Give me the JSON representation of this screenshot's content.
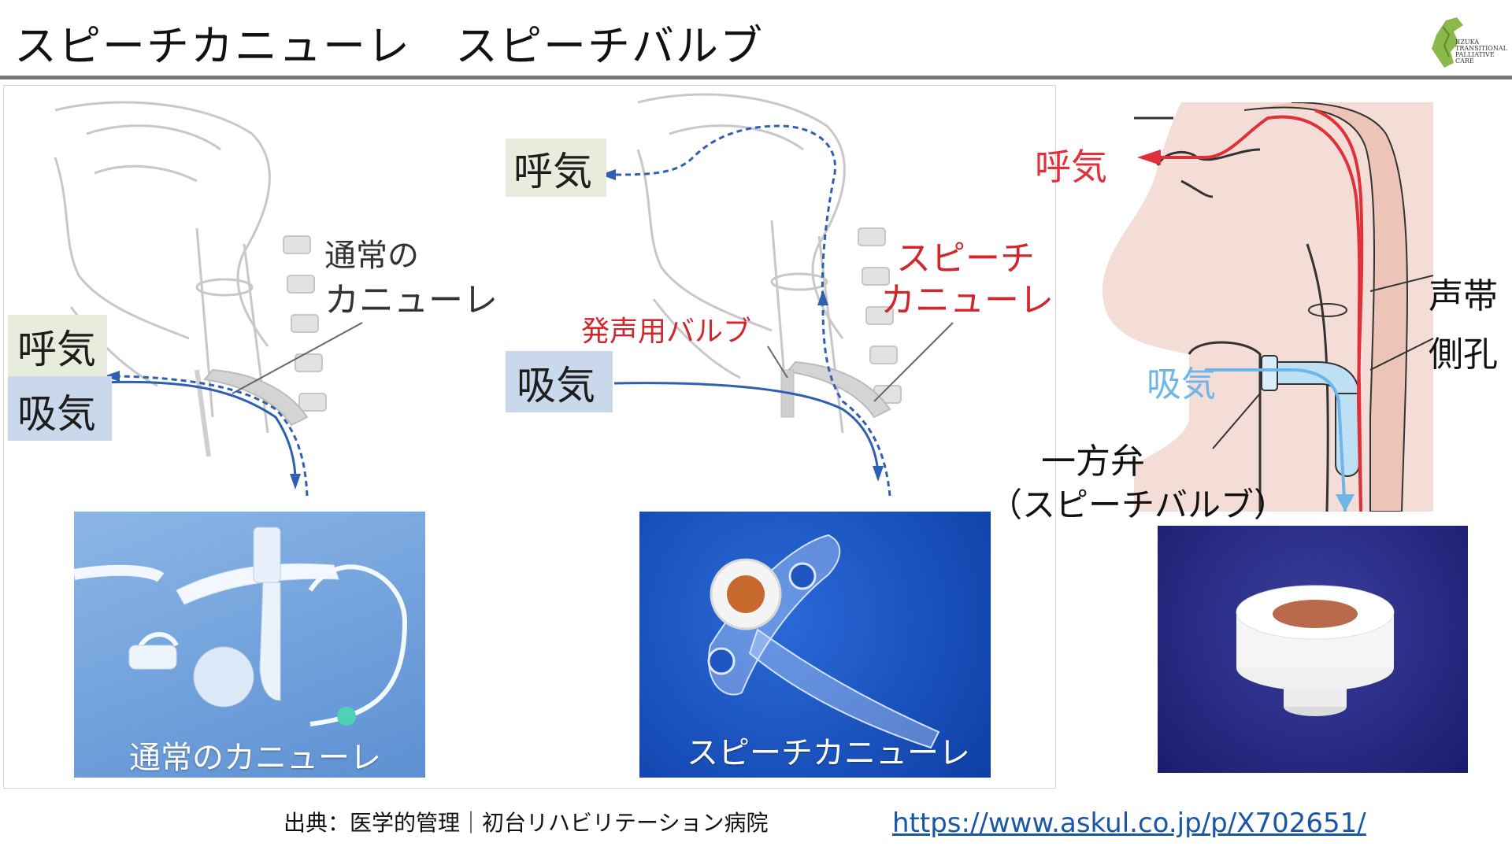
{
  "title": "スピーチカニューレ　スピーチバルブ",
  "logo": {
    "icon": "leaf-map-icon",
    "lines": [
      "IIZUKA",
      "TRANSITIONAL",
      "PALLIATIVE",
      "CARE"
    ]
  },
  "panel1": {
    "exhale": "呼気",
    "inhale": "吸気",
    "cannula_label_line1": "通常の",
    "cannula_label_line2": "カニューレ",
    "photo_caption": "通常のカニューレ"
  },
  "panel2": {
    "exhale": "呼気",
    "inhale": "吸気",
    "valve_label": "発声用バルブ",
    "cannula_label_line1": "スピーチ",
    "cannula_label_line2": "カニューレ",
    "photo_caption": "スピーチカニューレ"
  },
  "panel3": {
    "exhale": "呼気",
    "inhale": "吸気",
    "vocal_cords": "声帯",
    "side_hole": "側孔",
    "valve_line1": "一方弁",
    "valve_line2": "（スピーチバルブ）"
  },
  "source": "出典：医学的管理｜初台リハビリテーション病院",
  "link": "https://www.askul.co.jp/p/X702651/",
  "colors": {
    "exhale_red": "#e0303a",
    "inhale_blue": "#6fb6e8",
    "path_blue": "#2f5fb3",
    "rule_gray": "#7a7a7a"
  }
}
